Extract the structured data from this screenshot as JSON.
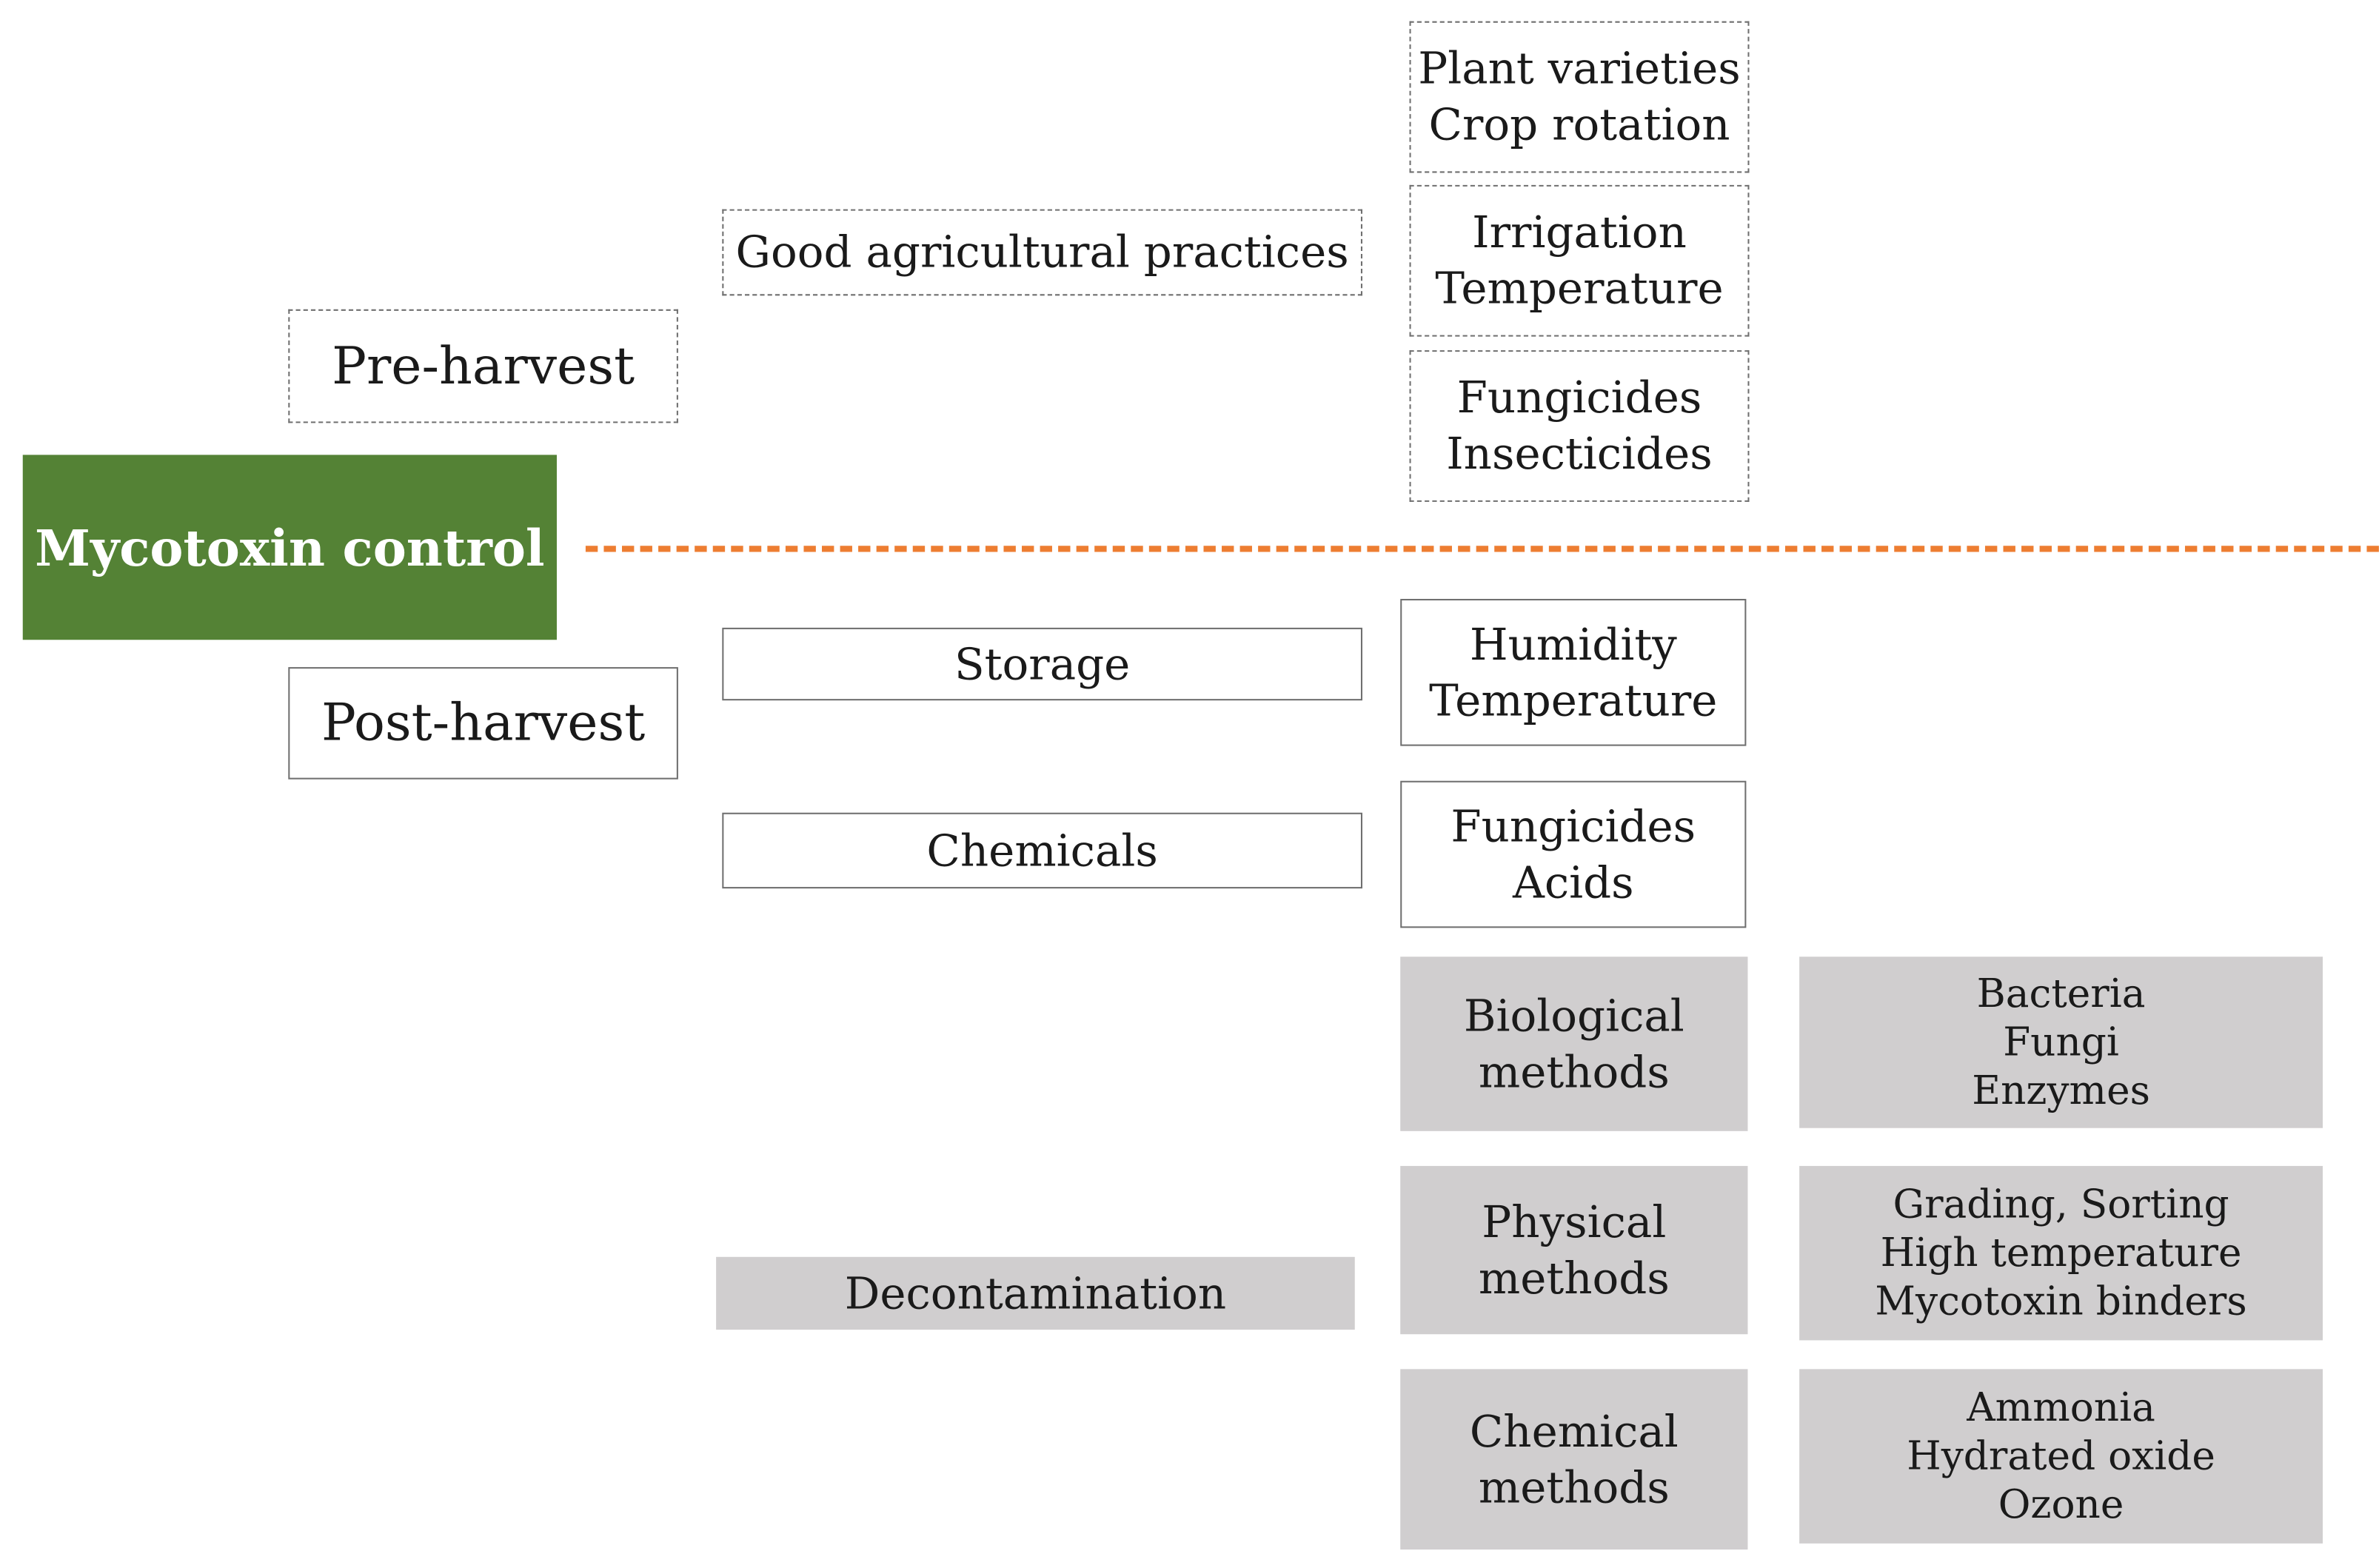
{
  "diagram": {
    "root": "Mycotoxin control",
    "pre_harvest": {
      "label": "Pre-harvest",
      "branch": "Good agricultural practices",
      "details": [
        [
          "Plant varieties",
          "Crop rotation"
        ],
        [
          "Irrigation",
          "Temperature"
        ],
        [
          "Fungicides",
          "Insecticides"
        ]
      ]
    },
    "post_harvest": {
      "label": "Post-harvest",
      "storage": {
        "label": "Storage",
        "details": [
          "Humidity",
          "Temperature"
        ]
      },
      "chemicals": {
        "label": "Chemicals",
        "details": [
          "Fungicides",
          "Acids"
        ]
      },
      "decontamination": {
        "label": "Decontamination",
        "methods": [
          {
            "name": [
              "Biological",
              "methods"
            ],
            "items": [
              "Bacteria",
              "Fungi",
              "Enzymes"
            ]
          },
          {
            "name": [
              "Physical",
              "methods"
            ],
            "items": [
              "Grading, Sorting",
              "High temperature",
              "Mycotoxin binders"
            ]
          },
          {
            "name": [
              "Chemical",
              "methods"
            ],
            "items": [
              "Ammonia",
              "Hydrated oxide",
              "Ozone"
            ]
          }
        ]
      }
    },
    "colors": {
      "root_fill": "#548235",
      "divider": "#ed7d31",
      "decontamination_fill": "#d0cecf"
    }
  }
}
